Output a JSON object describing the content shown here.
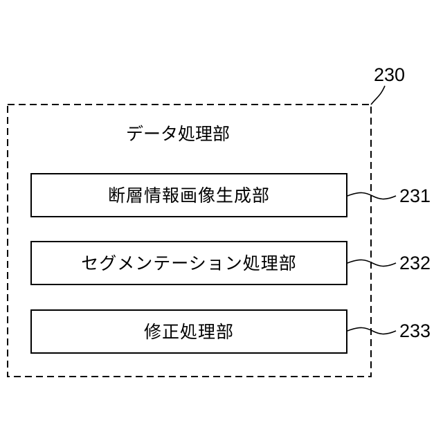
{
  "outer_block": {
    "ref": "230",
    "title": "データ処理部"
  },
  "blocks": [
    {
      "ref": "231",
      "label": "断層情報画像生成部"
    },
    {
      "ref": "232",
      "label": "セグメンテーション処理部"
    },
    {
      "ref": "233",
      "label": "修正処理部"
    }
  ]
}
